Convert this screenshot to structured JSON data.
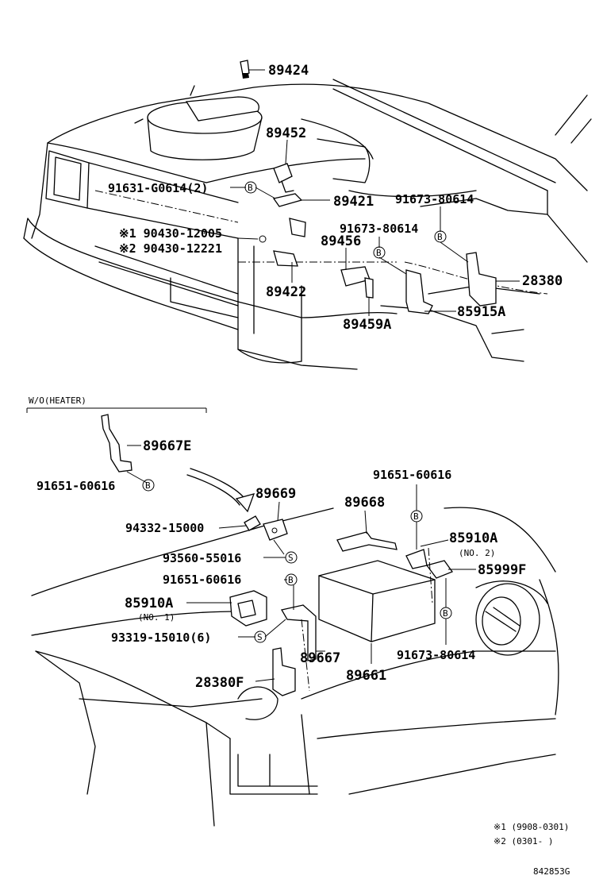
{
  "parts": {
    "p89424": "89424",
    "p89452": "89452",
    "p91631": "91631-G0614(2)",
    "p89421": "89421",
    "p91673a": "91673-80614",
    "p91673b": "91673-80614",
    "p90430a": "※1 90430-12005",
    "p90430b": "※2 90430-12221",
    "p89456": "89456",
    "p28380": "28380",
    "p89422": "89422",
    "p85915A": "85915A",
    "p89459A": "89459A",
    "heater_note": "W/O(HEATER)",
    "p89667E": "89667E",
    "p91651a": "91651-60616",
    "p91651b": "91651-60616",
    "p89669": "89669",
    "p89668": "89668",
    "p94332": "94332-15000",
    "p85910A_2": "85910A",
    "no2": "(NO. 2)",
    "p93560": "93560-55016",
    "p85999F": "85999F",
    "p91651c": "91651-60616",
    "p85910A_1": "85910A",
    "no1": "(NO. 1)",
    "p93319": "93319-15010(6)",
    "p89667": "89667",
    "p91673c": "91673-80614",
    "p89661": "89661",
    "p28380F": "28380F"
  },
  "circle_codes": {
    "b": "B",
    "s": "S"
  },
  "footnotes": {
    "n1": "※1 (9908-0301)",
    "n2": "※2 (0301-      )",
    "figure_id": "842853G"
  }
}
